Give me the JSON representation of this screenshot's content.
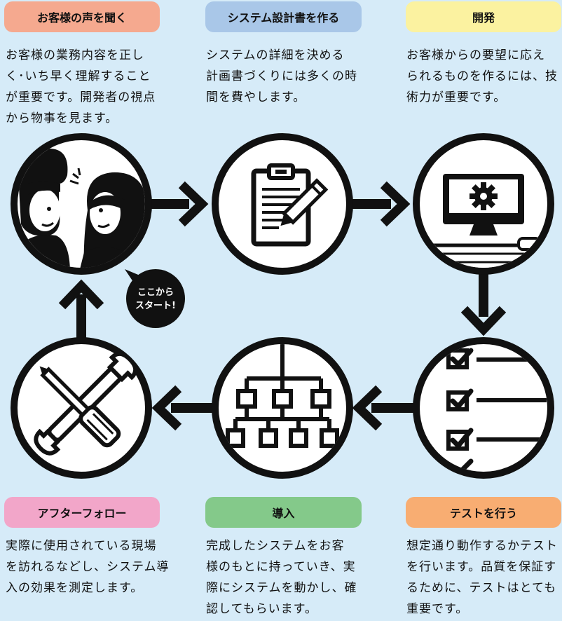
{
  "steps": [
    {
      "title": "お客様の声を聞く",
      "color": "#f5a98f",
      "lines": [
        "お客様の業務内容を正し",
        "く･いち早く理解すること",
        "が重要です。開発者の視点",
        "から物事を見ます。"
      ],
      "icon": "people-talking-icon"
    },
    {
      "title": "システム設計書を作る",
      "color": "#a9c7e8",
      "lines": [
        "システムの詳細を決める",
        "計画書づくりには多くの時",
        "間を費やします。"
      ],
      "icon": "clipboard-pencil-icon"
    },
    {
      "title": "開発",
      "color": "#fbf2a0",
      "lines": [
        "お客様からの要望に応え",
        "られるものを作るには、技",
        "術力が重要です。"
      ],
      "icon": "computer-gear-icon"
    },
    {
      "title": "テストを行う",
      "color": "#f8ad72",
      "lines": [
        "想定通り動作するかテスト",
        "を行います。品質を保証す",
        "るために、テストはとても",
        "重要です。"
      ],
      "icon": "checklist-icon"
    },
    {
      "title": "導入",
      "color": "#84c98a",
      "lines": [
        "完成したシステムをお客",
        "様のもとに持っていき、実",
        "際にシステムを動かし、確",
        "認してもらいます。"
      ],
      "icon": "hierarchy-chart-icon"
    },
    {
      "title": "アフターフォロー",
      "color": "#f2a6c9",
      "lines": [
        "実際に使用されている現場",
        "を訪れるなどし、システム導",
        "入の効果を測定します。"
      ],
      "icon": "wrench-screwdriver-icon"
    }
  ],
  "start_badge": {
    "line1": "ここから",
    "line2": "スタート!"
  }
}
